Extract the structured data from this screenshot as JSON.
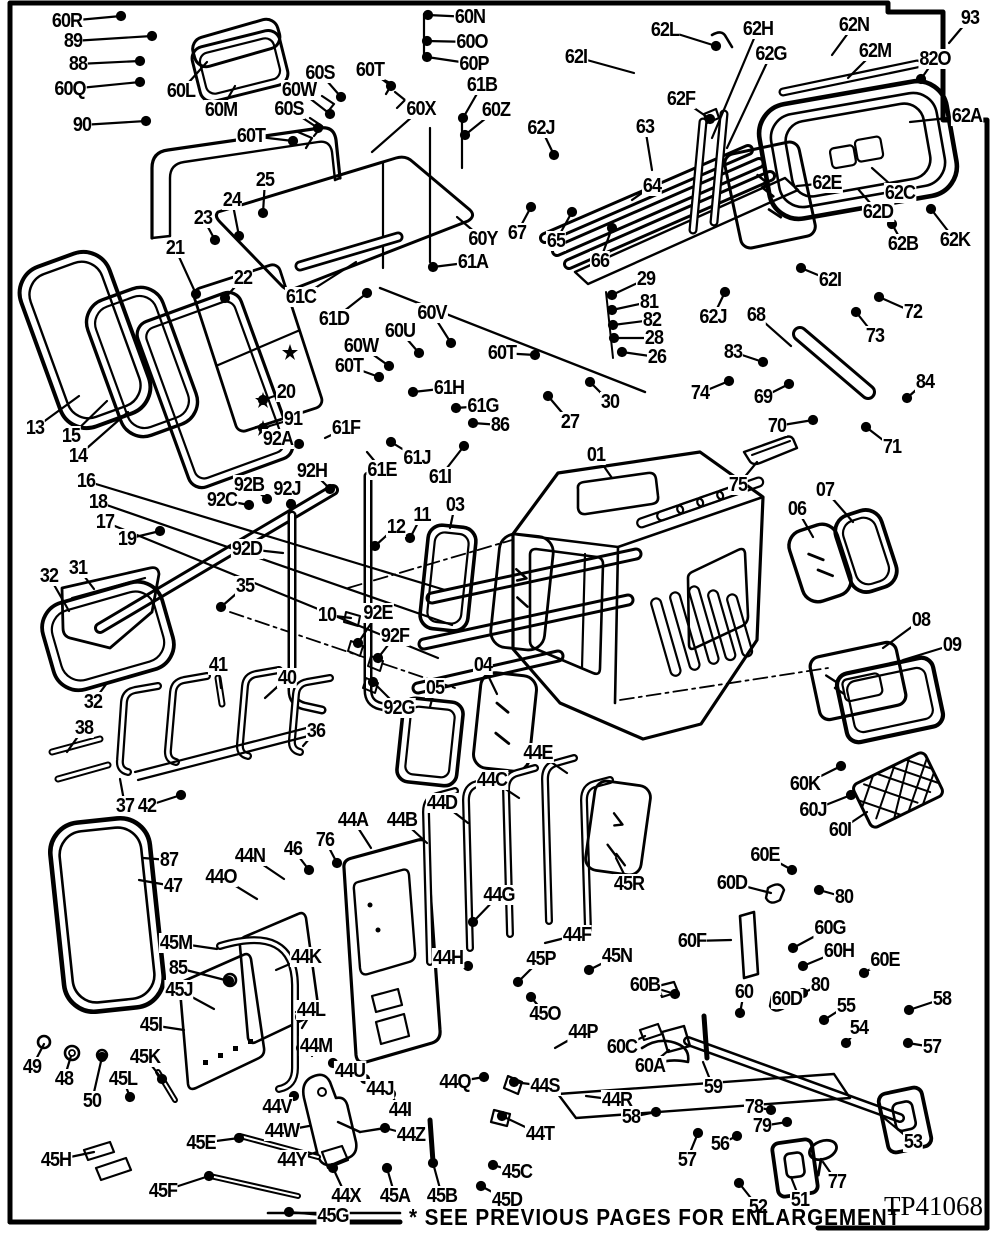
{
  "figure": {
    "plate_number": "TP41068",
    "footer_note": "* SEE PREVIOUS PAGES FOR ENLARGEMENT",
    "ink_color": "#000000",
    "paper_color": "#ffffff"
  },
  "callouts": [
    [
      "60R",
      67,
      21,
      121,
      16,
      1
    ],
    [
      "89",
      73,
      41,
      152,
      36,
      1
    ],
    [
      "88",
      78,
      64,
      140,
      61,
      1
    ],
    [
      "60Q",
      70,
      89,
      140,
      82,
      1
    ],
    [
      "90",
      82,
      125,
      146,
      121,
      1
    ],
    [
      "60L",
      181,
      91,
      207,
      62,
      0
    ],
    [
      "60M",
      221,
      110,
      235,
      86,
      0
    ],
    [
      "60S",
      320,
      73,
      341,
      97,
      1
    ],
    [
      "60W",
      299,
      90,
      330,
      114,
      1
    ],
    [
      "60S",
      289,
      109,
      318,
      128,
      1
    ],
    [
      "60T",
      251,
      136,
      293,
      141,
      1
    ],
    [
      "60T",
      370,
      70,
      391,
      86,
      1
    ],
    [
      "60N",
      470,
      17,
      428,
      15,
      1
    ],
    [
      "60O",
      472,
      42,
      427,
      41,
      1
    ],
    [
      "60P",
      474,
      64,
      427,
      57,
      1
    ],
    [
      "61B",
      482,
      85,
      463,
      118,
      1
    ],
    [
      "60X",
      421,
      109,
      372,
      152,
      0
    ],
    [
      "60Z",
      496,
      110,
      465,
      135,
      1
    ],
    [
      "62I",
      576,
      57,
      634,
      73,
      0
    ],
    [
      "62J",
      541,
      128,
      554,
      155,
      1
    ],
    [
      "63",
      645,
      127,
      652,
      170,
      0
    ],
    [
      "64",
      652,
      186,
      632,
      200,
      0
    ],
    [
      "67",
      517,
      233,
      531,
      207,
      1
    ],
    [
      "65",
      556,
      241,
      572,
      212,
      1
    ],
    [
      "66",
      600,
      261,
      612,
      228,
      1
    ],
    [
      "60Y",
      483,
      239,
      457,
      217,
      0
    ],
    [
      "61A",
      473,
      262,
      433,
      267,
      1
    ],
    [
      "61C",
      301,
      297,
      356,
      262,
      0
    ],
    [
      "61D",
      334,
      319,
      367,
      293,
      1
    ],
    [
      "62L",
      665,
      30,
      716,
      46,
      1
    ],
    [
      "62H",
      758,
      29,
      712,
      138,
      0
    ],
    [
      "62G",
      771,
      54,
      727,
      148,
      0
    ],
    [
      "62N",
      854,
      25,
      832,
      55,
      0
    ],
    [
      "62M",
      875,
      51,
      848,
      78,
      0
    ],
    [
      "82O",
      935,
      59,
      921,
      79,
      1
    ],
    [
      "93",
      970,
      18,
      949,
      43,
      0
    ],
    [
      "62F",
      681,
      99,
      710,
      119,
      1
    ],
    [
      "62A",
      967,
      116,
      910,
      122,
      0
    ],
    [
      "62E",
      827,
      183,
      797,
      186,
      0
    ],
    [
      "62C",
      900,
      193,
      872,
      168,
      0
    ],
    [
      "62D",
      878,
      212,
      858,
      189,
      0
    ],
    [
      "62B",
      903,
      244,
      892,
      224,
      1
    ],
    [
      "62K",
      955,
      240,
      931,
      209,
      1
    ],
    [
      "62I",
      830,
      280,
      801,
      268,
      1
    ],
    [
      "72",
      913,
      312,
      879,
      297,
      1
    ],
    [
      "73",
      875,
      336,
      856,
      312,
      1
    ],
    [
      "62J",
      713,
      317,
      725,
      292,
      1
    ],
    [
      "68",
      756,
      315,
      791,
      346,
      0
    ],
    [
      "83",
      733,
      352,
      763,
      362,
      1
    ],
    [
      "74",
      700,
      393,
      729,
      381,
      1
    ],
    [
      "69",
      763,
      397,
      789,
      384,
      1
    ],
    [
      "84",
      925,
      382,
      907,
      398,
      1
    ],
    [
      "70",
      777,
      426,
      813,
      420,
      1
    ],
    [
      "71",
      892,
      447,
      866,
      427,
      1
    ],
    [
      "75",
      738,
      485,
      757,
      462,
      0
    ],
    [
      "06",
      797,
      509,
      813,
      537,
      0
    ],
    [
      "07",
      825,
      490,
      853,
      522,
      0
    ],
    [
      "01",
      596,
      455,
      612,
      478,
      0
    ],
    [
      "08",
      921,
      620,
      883,
      648,
      0
    ],
    [
      "09",
      952,
      645,
      903,
      660,
      0
    ],
    [
      "60K",
      805,
      784,
      841,
      766,
      1
    ],
    [
      "60J",
      813,
      810,
      851,
      795,
      1
    ],
    [
      "60I",
      840,
      830,
      867,
      812,
      0
    ],
    [
      "29",
      646,
      279,
      612,
      295,
      1
    ],
    [
      "81",
      649,
      302,
      612,
      310,
      1
    ],
    [
      "82",
      652,
      320,
      613,
      325,
      1
    ],
    [
      "28",
      654,
      338,
      614,
      338,
      1
    ],
    [
      "26",
      657,
      357,
      622,
      352,
      1
    ],
    [
      "30",
      610,
      402,
      590,
      382,
      1
    ],
    [
      "27",
      570,
      422,
      548,
      396,
      1
    ],
    [
      "60T",
      502,
      353,
      535,
      355,
      1
    ],
    [
      "60V",
      432,
      313,
      451,
      343,
      1
    ],
    [
      "60U",
      400,
      331,
      419,
      353,
      1
    ],
    [
      "60W",
      361,
      346,
      389,
      366,
      1
    ],
    [
      "60T",
      349,
      366,
      379,
      377,
      1
    ],
    [
      "61H",
      449,
      388,
      413,
      392,
      1
    ],
    [
      "61G",
      483,
      406,
      456,
      408,
      1
    ],
    [
      "86",
      500,
      425,
      473,
      423,
      1
    ],
    [
      "61F",
      346,
      428,
      325,
      438,
      0
    ],
    [
      "61E",
      382,
      470,
      367,
      452,
      0
    ],
    [
      "61J",
      417,
      458,
      391,
      442,
      1
    ],
    [
      "61I",
      440,
      477,
      464,
      446,
      1
    ],
    [
      "92A",
      278,
      439,
      299,
      444,
      1
    ],
    [
      "91",
      293,
      419,
      263,
      428,
      1
    ],
    [
      "20",
      286,
      392,
      263,
      400,
      1
    ],
    [
      "21",
      175,
      248,
      196,
      294,
      1
    ],
    [
      "22",
      243,
      278,
      225,
      298,
      1
    ],
    [
      "23",
      203,
      218,
      215,
      240,
      1
    ],
    [
      "24",
      232,
      200,
      239,
      236,
      1
    ],
    [
      "25",
      265,
      180,
      263,
      213,
      1
    ],
    [
      "13",
      35,
      428,
      79,
      396,
      0
    ],
    [
      "15",
      71,
      436,
      107,
      401,
      0
    ],
    [
      "14",
      78,
      456,
      128,
      412,
      0
    ],
    [
      "16",
      86,
      481,
      445,
      590,
      0
    ],
    [
      "18",
      98,
      502,
      452,
      625,
      0
    ],
    [
      "17",
      105,
      522,
      438,
      658,
      0
    ],
    [
      "19",
      127,
      539,
      160,
      531,
      1
    ],
    [
      "92H",
      312,
      471,
      330,
      489,
      1
    ],
    [
      "92B",
      249,
      485,
      267,
      499,
      1
    ],
    [
      "92J",
      287,
      489,
      291,
      504,
      1
    ],
    [
      "92C",
      222,
      500,
      249,
      505,
      1
    ],
    [
      "92D",
      247,
      549,
      283,
      553,
      0
    ],
    [
      "12",
      396,
      527,
      375,
      546,
      1
    ],
    [
      "11",
      422,
      515,
      410,
      538,
      1
    ],
    [
      "03",
      455,
      505,
      450,
      528,
      0
    ],
    [
      "10",
      327,
      615,
      351,
      618,
      0
    ],
    [
      "92E",
      378,
      613,
      358,
      643,
      1
    ],
    [
      "92F",
      395,
      636,
      378,
      658,
      1
    ],
    [
      "92G",
      399,
      708,
      373,
      682,
      1
    ],
    [
      "05",
      435,
      688,
      430,
      707,
      0
    ],
    [
      "04",
      483,
      665,
      497,
      694,
      0
    ],
    [
      "44E",
      538,
      753,
      567,
      773,
      0
    ],
    [
      "44C",
      492,
      780,
      519,
      798,
      0
    ],
    [
      "44D",
      442,
      803,
      468,
      823,
      0
    ],
    [
      "44B",
      402,
      820,
      427,
      843,
      0
    ],
    [
      "44A",
      353,
      820,
      371,
      848,
      0
    ],
    [
      "76",
      325,
      840,
      337,
      863,
      1
    ],
    [
      "46",
      293,
      849,
      309,
      870,
      1
    ],
    [
      "44N",
      250,
      856,
      284,
      879,
      0
    ],
    [
      "44O",
      221,
      877,
      257,
      899,
      0
    ],
    [
      "45R",
      629,
      884,
      616,
      858,
      0
    ],
    [
      "32",
      49,
      576,
      69,
      611,
      0
    ],
    [
      "31",
      78,
      568,
      94,
      589,
      0
    ],
    [
      "35",
      245,
      586,
      221,
      607,
      1
    ],
    [
      "41",
      218,
      665,
      221,
      688,
      0
    ],
    [
      "40",
      287,
      678,
      265,
      698,
      0
    ],
    [
      "36",
      316,
      731,
      303,
      746,
      0
    ],
    [
      "32",
      93,
      702,
      107,
      683,
      0
    ],
    [
      "38",
      84,
      728,
      67,
      752,
      0
    ],
    [
      "37",
      125,
      806,
      120,
      779,
      0
    ],
    [
      "42",
      147,
      806,
      181,
      795,
      1
    ],
    [
      "87",
      169,
      860,
      143,
      858,
      0
    ],
    [
      "47",
      173,
      886,
      139,
      880,
      0
    ],
    [
      "45M",
      176,
      943,
      217,
      949,
      0
    ],
    [
      "85",
      178,
      968,
      229,
      981,
      1
    ],
    [
      "45J",
      179,
      990,
      214,
      1009,
      0
    ],
    [
      "45I",
      151,
      1025,
      184,
      1030,
      0
    ],
    [
      "45K",
      145,
      1057,
      162,
      1079,
      1
    ],
    [
      "45L",
      123,
      1079,
      130,
      1097,
      1
    ],
    [
      "49",
      32,
      1067,
      44,
      1044,
      0
    ],
    [
      "48",
      64,
      1079,
      71,
      1056,
      0
    ],
    [
      "50",
      92,
      1101,
      102,
      1057,
      1
    ],
    [
      "44K",
      306,
      957,
      276,
      970,
      0
    ],
    [
      "44L",
      311,
      1010,
      300,
      1017,
      1
    ],
    [
      "44M",
      316,
      1046,
      301,
      1048,
      1
    ],
    [
      "44V",
      277,
      1107,
      294,
      1096,
      1
    ],
    [
      "44W",
      282,
      1131,
      309,
      1126,
      0
    ],
    [
      "44Y",
      292,
      1160,
      317,
      1152,
      0
    ],
    [
      "45E",
      201,
      1143,
      239,
      1138,
      1
    ],
    [
      "45H",
      56,
      1160,
      94,
      1152,
      0
    ],
    [
      "45F",
      163,
      1191,
      209,
      1176,
      1
    ],
    [
      "45G",
      333,
      1216,
      289,
      1212,
      1
    ],
    [
      "44G",
      499,
      895,
      473,
      922,
      1
    ],
    [
      "44F",
      577,
      935,
      545,
      943,
      0
    ],
    [
      "44H",
      448,
      958,
      468,
      966,
      1
    ],
    [
      "45P",
      541,
      959,
      518,
      982,
      1
    ],
    [
      "45N",
      617,
      956,
      589,
      970,
      1
    ],
    [
      "45O",
      545,
      1014,
      531,
      997,
      1
    ],
    [
      "44P",
      583,
      1032,
      555,
      1048,
      0
    ],
    [
      "44Q",
      455,
      1082,
      484,
      1077,
      1
    ],
    [
      "44S",
      545,
      1086,
      514,
      1082,
      1
    ],
    [
      "44R",
      617,
      1100,
      586,
      1096,
      0
    ],
    [
      "58",
      631,
      1117,
      656,
      1112,
      1
    ],
    [
      "44T",
      540,
      1134,
      502,
      1116,
      1
    ],
    [
      "44U",
      350,
      1071,
      333,
      1063,
      1
    ],
    [
      "44J",
      380,
      1089,
      365,
      1079,
      1
    ],
    [
      "44I",
      400,
      1110,
      391,
      1094,
      1
    ],
    [
      "44Z",
      411,
      1135,
      385,
      1128,
      1
    ],
    [
      "44X",
      346,
      1196,
      333,
      1168,
      1
    ],
    [
      "45A",
      395,
      1196,
      387,
      1168,
      1
    ],
    [
      "45B",
      442,
      1196,
      433,
      1163,
      1
    ],
    [
      "45C",
      517,
      1172,
      493,
      1165,
      1
    ],
    [
      "45D",
      507,
      1200,
      481,
      1186,
      1
    ],
    [
      "60E",
      765,
      855,
      792,
      870,
      1
    ],
    [
      "60D",
      732,
      883,
      771,
      893,
      0
    ],
    [
      "80",
      844,
      897,
      819,
      890,
      1
    ],
    [
      "60F",
      692,
      941,
      731,
      940,
      0
    ],
    [
      "60G",
      830,
      928,
      793,
      948,
      1
    ],
    [
      "60H",
      839,
      951,
      803,
      966,
      1
    ],
    [
      "60E",
      885,
      960,
      864,
      973,
      1
    ],
    [
      "80",
      820,
      985,
      803,
      993,
      1
    ],
    [
      "60D",
      787,
      999,
      778,
      1008,
      0
    ],
    [
      "55",
      846,
      1006,
      824,
      1020,
      1
    ],
    [
      "54",
      859,
      1028,
      846,
      1043,
      1
    ],
    [
      "58",
      942,
      999,
      909,
      1010,
      1
    ],
    [
      "57",
      932,
      1047,
      908,
      1043,
      1
    ],
    [
      "60B",
      645,
      985,
      675,
      994,
      1
    ],
    [
      "60",
      744,
      992,
      740,
      1013,
      1
    ],
    [
      "60C",
      622,
      1047,
      645,
      1036,
      0
    ],
    [
      "60A",
      650,
      1066,
      669,
      1050,
      0
    ],
    [
      "59",
      713,
      1087,
      703,
      1062,
      0
    ],
    [
      "78",
      754,
      1107,
      771,
      1110,
      1
    ],
    [
      "79",
      762,
      1126,
      787,
      1122,
      1
    ],
    [
      "56",
      720,
      1144,
      737,
      1136,
      1
    ],
    [
      "57",
      687,
      1160,
      698,
      1133,
      1
    ],
    [
      "53",
      913,
      1142,
      883,
      1117,
      0
    ],
    [
      "77",
      837,
      1182,
      823,
      1162,
      0
    ],
    [
      "52",
      758,
      1207,
      739,
      1183,
      1
    ],
    [
      "51",
      800,
      1200,
      791,
      1177,
      0
    ]
  ]
}
